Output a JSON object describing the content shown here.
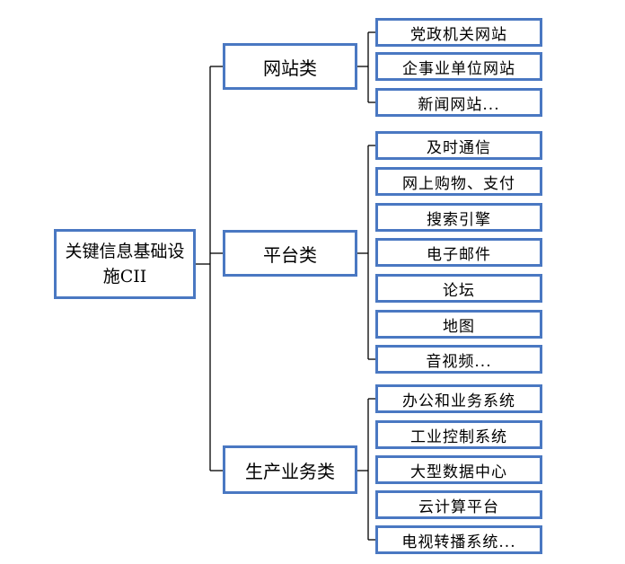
{
  "root": {
    "label": "关键信息基础设施CII"
  },
  "groups": [
    {
      "label": "网站类",
      "items": [
        "党政机关网站",
        "企事业单位网站",
        "新闻网站..."
      ]
    },
    {
      "label": "平台类",
      "items": [
        "及时通信",
        "网上购物、支付",
        "搜索引擎",
        "电子邮件",
        "论坛",
        "地图",
        "音视频..."
      ]
    },
    {
      "label": "生产业务类",
      "items": [
        "办公和业务系统",
        "工业控制系统",
        "大型数据中心",
        "云计算平台",
        "电视转播系统..."
      ]
    }
  ],
  "colors": {
    "box_border": "#4a78c2",
    "connector": "#000000"
  }
}
